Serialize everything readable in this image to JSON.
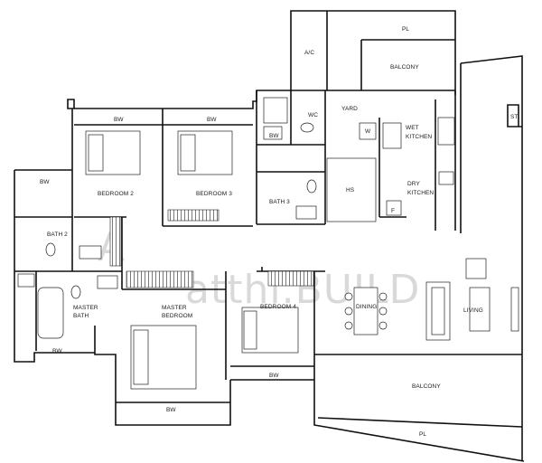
{
  "watermark": "atthi.BUILD",
  "watermark_mark": "A",
  "rooms": {
    "pl_top": "PL",
    "ac": "A/C",
    "balcony_top": "BALCONY",
    "yard": "YARD",
    "wc": "WC",
    "bw_yard": "BW",
    "wet_kitchen_1": "WET",
    "wet_kitchen_2": "KITCHEN",
    "w": "W",
    "st": "ST",
    "bw_bed2": "BW",
    "bw_bed3": "BW",
    "bw_left": "BW",
    "bedroom2": "BEDROOM 2",
    "bedroom3": "BEDROOM 3",
    "hs": "HS",
    "bath3": "BATH 3",
    "dry_kitchen_1": "DRY",
    "dry_kitchen_2": "KITCHEN",
    "f": "F",
    "bath2": "BATH 2",
    "master_bath_1": "MASTER",
    "master_bath_2": "BATH",
    "master_bedroom_1": "MASTER",
    "master_bedroom_2": "BEDROOM",
    "bedroom4": "BEDROOM 4",
    "dining": "DINING",
    "living": "LIVING",
    "bw_master_bath": "BW",
    "bw_bed4": "BW",
    "balcony_bottom": "BALCONY",
    "bw_master_bed": "BW",
    "pl_bottom": "PL"
  }
}
